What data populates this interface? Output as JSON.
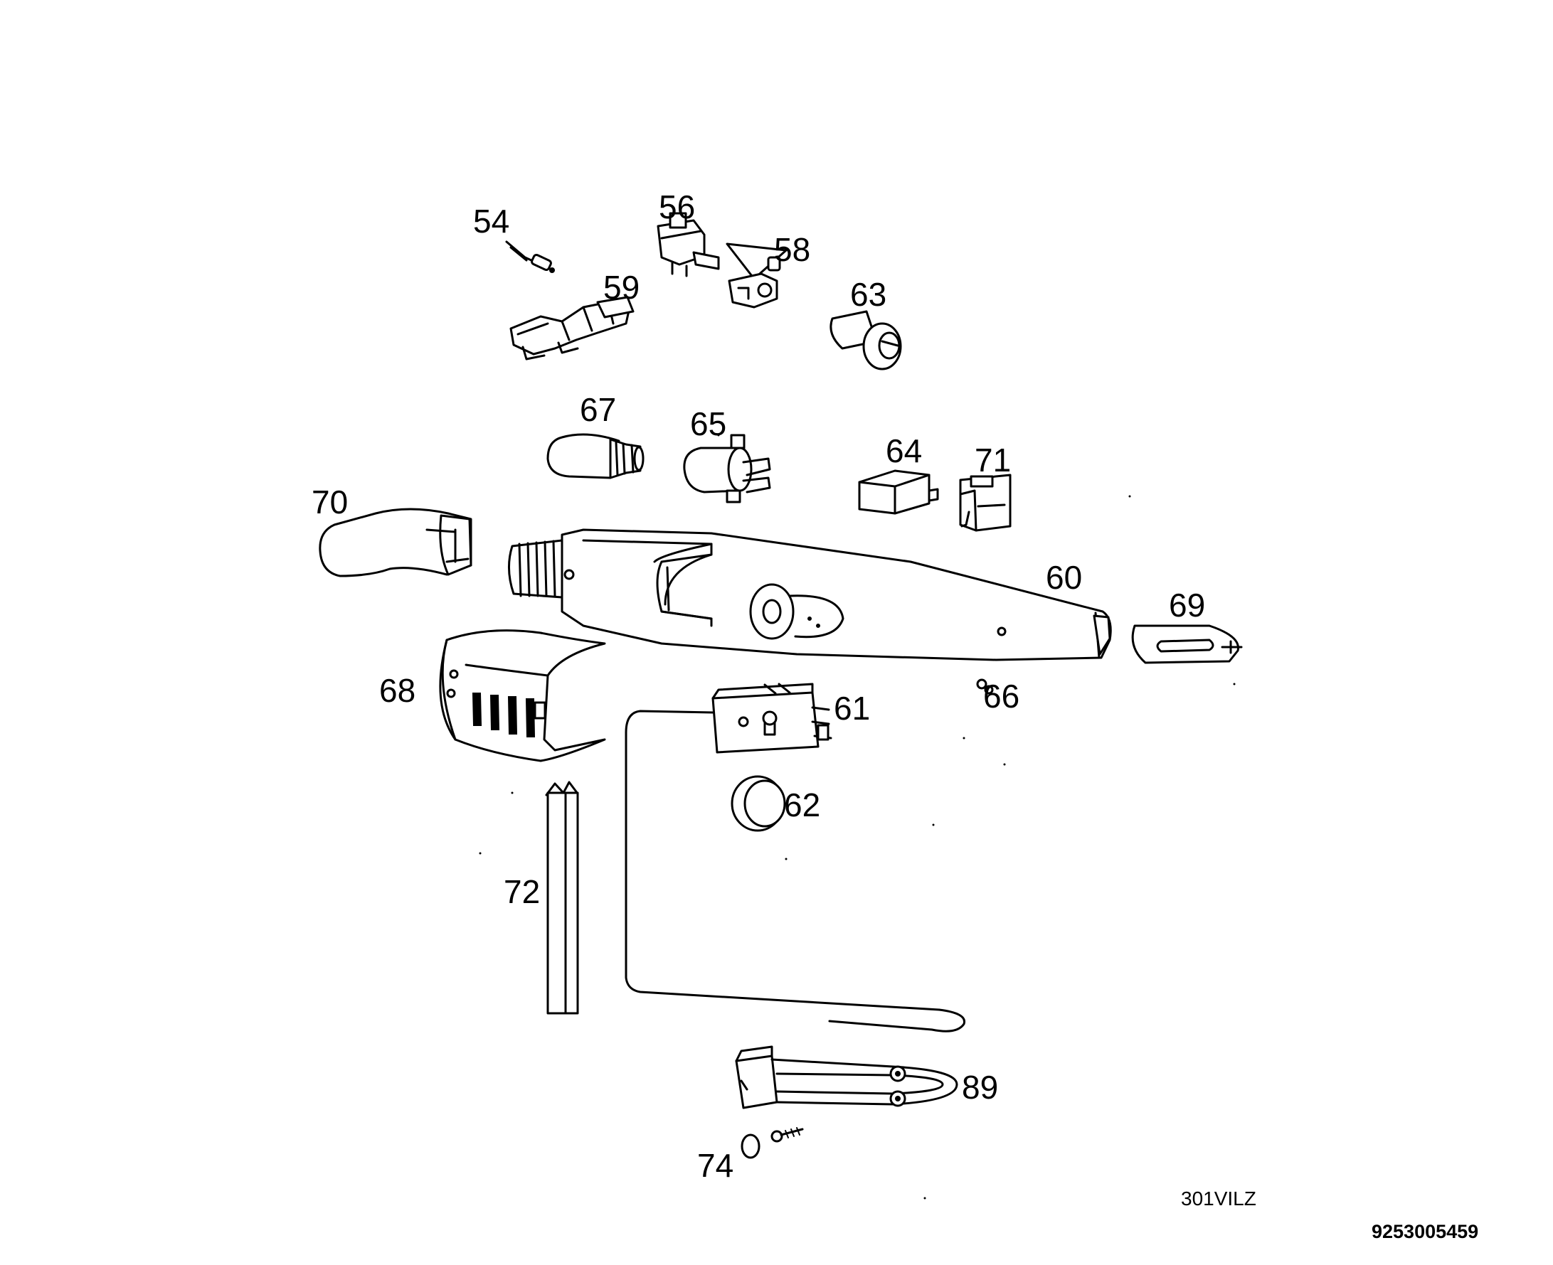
{
  "labels": {
    "p54": "54",
    "p56": "56",
    "p58": "58",
    "p59": "59",
    "p63": "63",
    "p67": "67",
    "p65": "65",
    "p64": "64",
    "p71": "71",
    "p70": "70",
    "p60": "60",
    "p69": "69",
    "p68": "68",
    "p61": "61",
    "p66": "66",
    "p62": "62",
    "p72": "72",
    "p89": "89",
    "p74": "74"
  },
  "codes": {
    "model": "301VILZ",
    "serial": "9253005459"
  }
}
